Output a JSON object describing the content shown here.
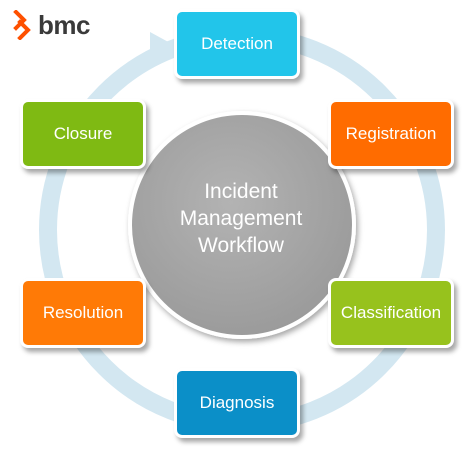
{
  "logo": {
    "text": "bmc",
    "mark_color": "#fe5000"
  },
  "center": {
    "lines": [
      "Incident",
      "Management",
      "Workflow"
    ],
    "color": "#a6a6a6"
  },
  "ring_color": "#d3e7f1",
  "steps": [
    {
      "label": "Detection",
      "color": "#22c5ea"
    },
    {
      "label": "Registration",
      "color": "#ff6c00"
    },
    {
      "label": "Classification",
      "color": "#97c21d"
    },
    {
      "label": "Diagnosis",
      "color": "#0b8fc8"
    },
    {
      "label": "Resolution",
      "color": "#ff7a06"
    },
    {
      "label": "Closure",
      "color": "#7fba13"
    }
  ]
}
